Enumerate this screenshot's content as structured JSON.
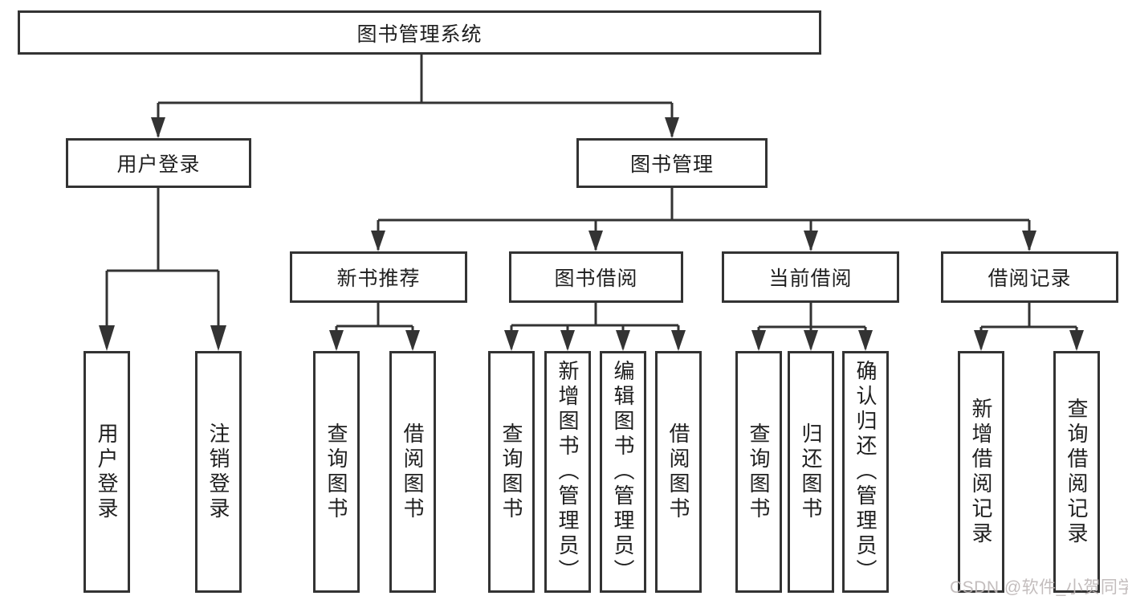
{
  "tree": {
    "root": {
      "label": "图书管理系统",
      "children": [
        {
          "label": "用户登录",
          "children": [
            {
              "label": "用户登录"
            },
            {
              "label": "注销登录"
            }
          ]
        },
        {
          "label": "图书管理",
          "children": [
            {
              "label": "新书推荐",
              "children": [
                {
                  "label": "查询图书"
                },
                {
                  "label": "借阅图书"
                }
              ]
            },
            {
              "label": "图书借阅",
              "children": [
                {
                  "label": "查询图书"
                },
                {
                  "label": "新增图书（管理员）"
                },
                {
                  "label": "编辑图书（管理员）"
                },
                {
                  "label": "借阅图书"
                }
              ]
            },
            {
              "label": "当前借阅",
              "children": [
                {
                  "label": "查询图书"
                },
                {
                  "label": "归还图书"
                },
                {
                  "label": "确认归还（管理员）"
                }
              ]
            },
            {
              "label": "借阅记录",
              "children": [
                {
                  "label": "新增借阅记录"
                },
                {
                  "label": "查询借阅记录"
                }
              ]
            }
          ]
        }
      ]
    }
  },
  "watermark": {
    "text": "CSDN @软件_小贺同学",
    "color": "#bdb6b6"
  },
  "colors": {
    "line": "#333333",
    "box_border": "#333333",
    "text": "#1f1f1f",
    "background": "#ffffff"
  }
}
